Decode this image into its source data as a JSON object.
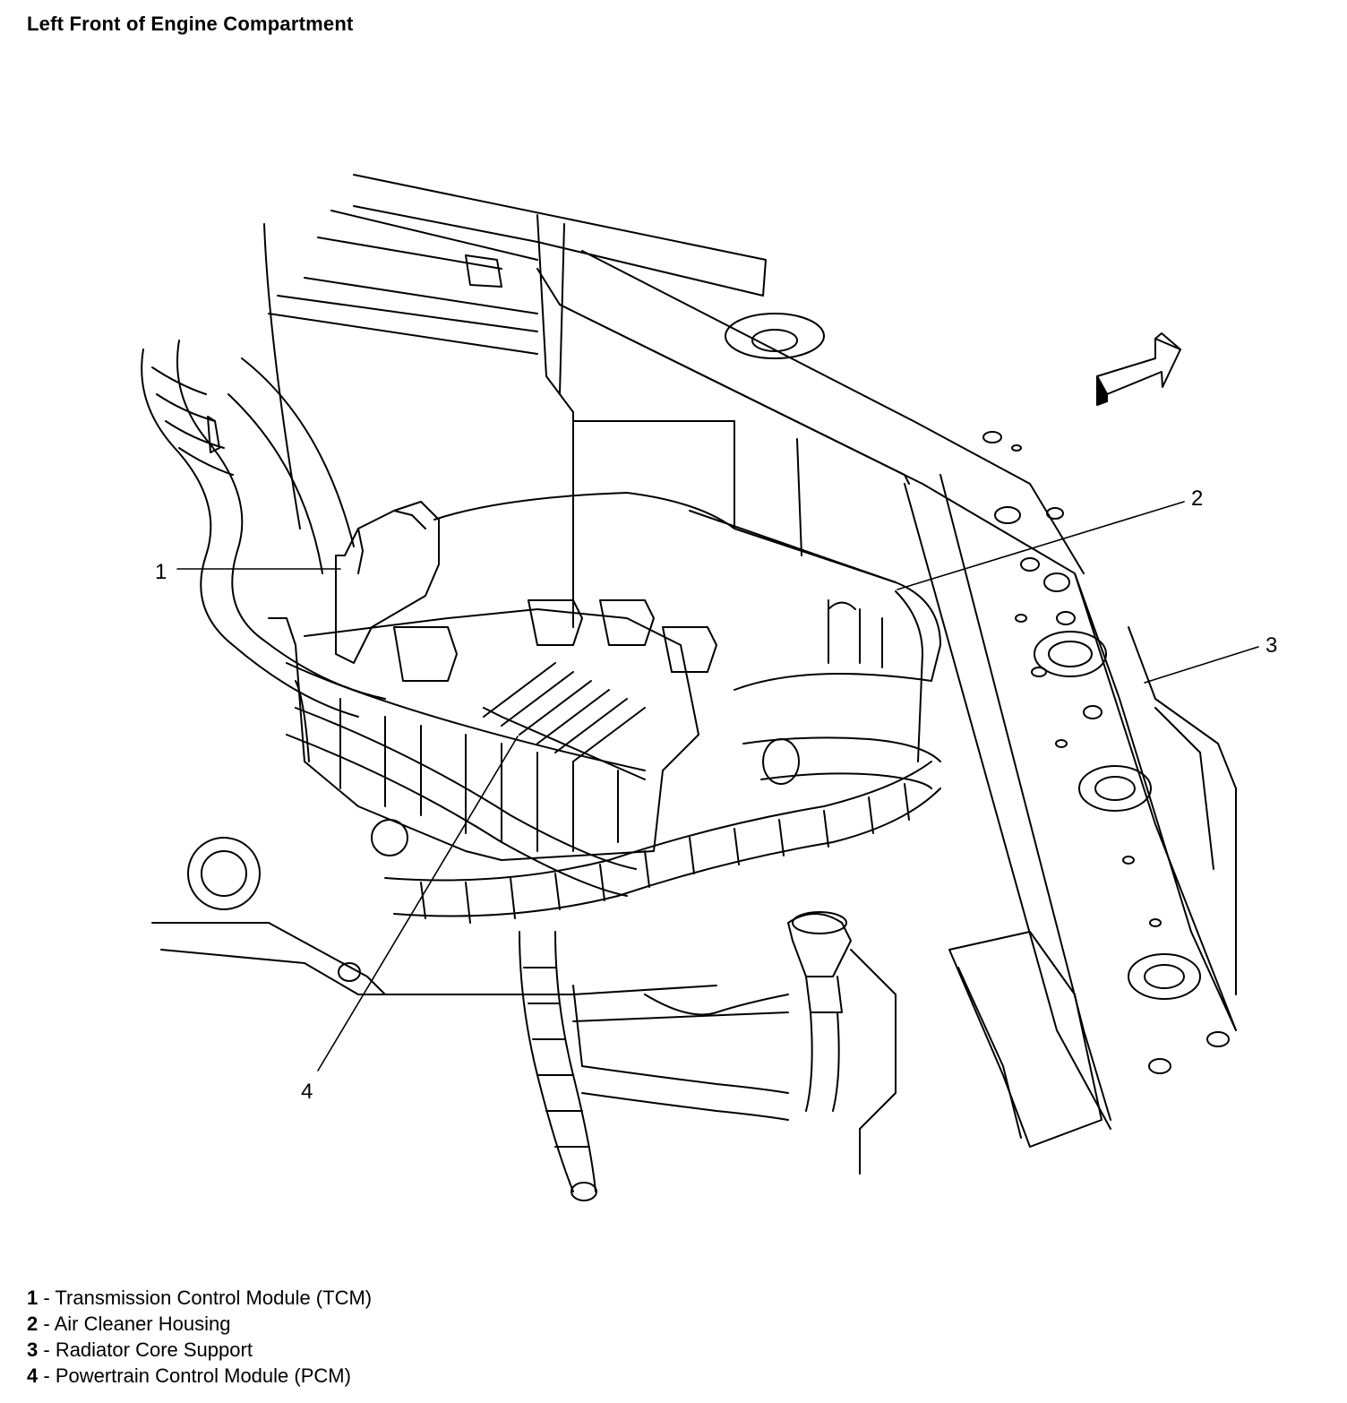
{
  "title": "Left Front of Engine Compartment",
  "callouts": [
    {
      "number": "1",
      "label": "Transmission Control Module (TCM)"
    },
    {
      "number": "2",
      "label": "Air Cleaner Housing"
    },
    {
      "number": "3",
      "label": "Radiator Core Support"
    },
    {
      "number": "4",
      "label": "Powertrain Control Module (PCM)"
    }
  ],
  "legend_separator": " - ",
  "icons": {
    "direction_arrow": "front-direction-arrow-icon"
  },
  "colors": {
    "line": "#000000",
    "background": "#ffffff"
  }
}
